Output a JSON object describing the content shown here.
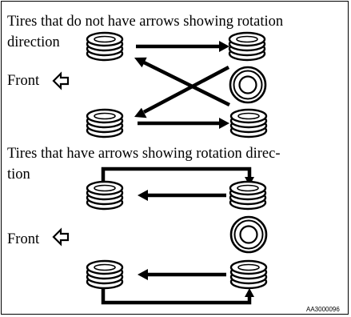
{
  "section1": {
    "heading_line1": "Tires that do not have arrows showing rotation",
    "heading_line2": "direction",
    "front_label": "Front",
    "front_arrow_icon": "hollow-left-arrow-icon"
  },
  "section2": {
    "heading_line1": "Tires that have arrows showing rotation direc-",
    "heading_line2": "tion",
    "front_label": "Front",
    "front_arrow_icon": "hollow-left-arrow-icon"
  },
  "figure_code": "AA3000096",
  "colors": {
    "ink": "#000000",
    "tire_fill": "#ffffff",
    "border": "#000000"
  }
}
